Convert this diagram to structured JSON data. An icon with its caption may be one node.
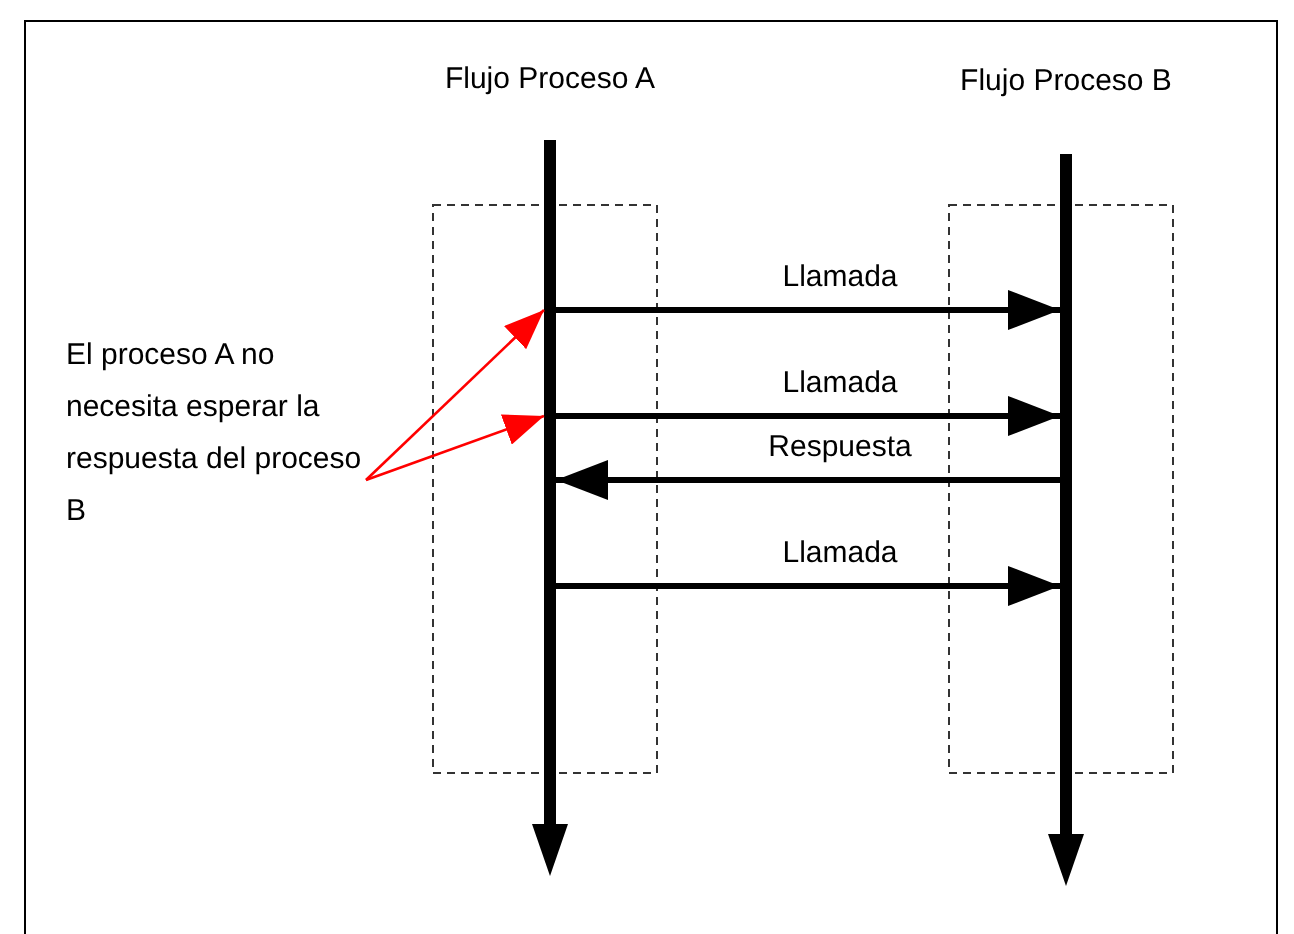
{
  "diagram": {
    "nodes": [
      {
        "text": [
          "Flujo Proceso A"
        ]
      },
      {
        "text": [
          "Flujo Proceso B"
        ]
      },
      {
        "text": [
          "El proceso A no necesita esperar la respuesta del proceso B"
        ]
      }
    ],
    "edges": [
      {
        "from": 0,
        "to": 1,
        "arrow": "to",
        "label": "Llamada"
      },
      {
        "from": 0,
        "to": 1,
        "arrow": "to",
        "label": "Llamada"
      },
      {
        "from": 1,
        "to": 0,
        "arrow": "to",
        "label": "Respuesta"
      },
      {
        "from": 0,
        "to": 1,
        "arrow": "to",
        "label": "Llamada"
      },
      {
        "from": 2,
        "to": 0,
        "arrow": "to",
        "color": "#ff0000"
      },
      {
        "from": 2,
        "to": 0,
        "arrow": "to",
        "color": "#ff0000"
      }
    ]
  }
}
